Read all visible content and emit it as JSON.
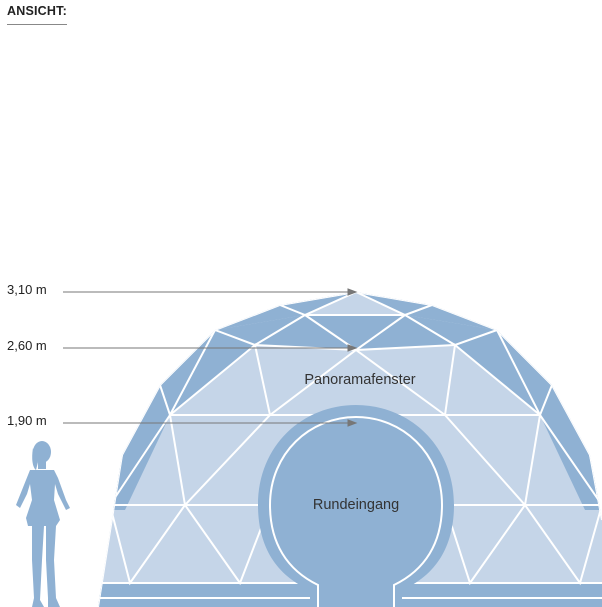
{
  "heading": "ANSICHT:",
  "heights": [
    {
      "label": "3,10 m"
    },
    {
      "label": "2,60 m"
    },
    {
      "label": "1,90 m"
    }
  ],
  "areas": {
    "window": "Panoramafenster",
    "entrance": "Rundeingang"
  },
  "colors": {
    "dark_panel": "#8fb1d3",
    "light_panel": "#c5d5e8",
    "frame": "#ffffff",
    "entrance": "#8fb1d3",
    "figure": "#8fb1d3",
    "leader": "#777777"
  }
}
